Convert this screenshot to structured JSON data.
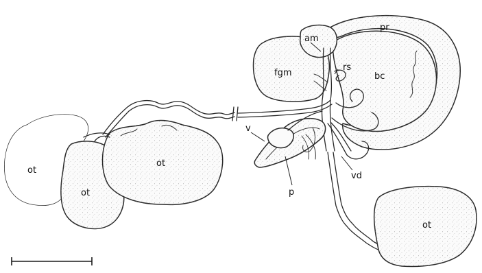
{
  "labels": {
    "pr": "pr",
    "am": "am",
    "rs": "rs",
    "fgm": "fgm",
    "bc": "bc",
    "v": "v",
    "p": "p",
    "vd": "vd",
    "ot_left_top": "ot",
    "ot_left_middle": "ot",
    "ot_left_right": "ot",
    "ot_bottom_right": "ot"
  },
  "colors": {
    "outline": "#2a2a2a",
    "fill": "#fbfbfb",
    "stipple": "#8a8a8a",
    "background": "#ffffff"
  }
}
